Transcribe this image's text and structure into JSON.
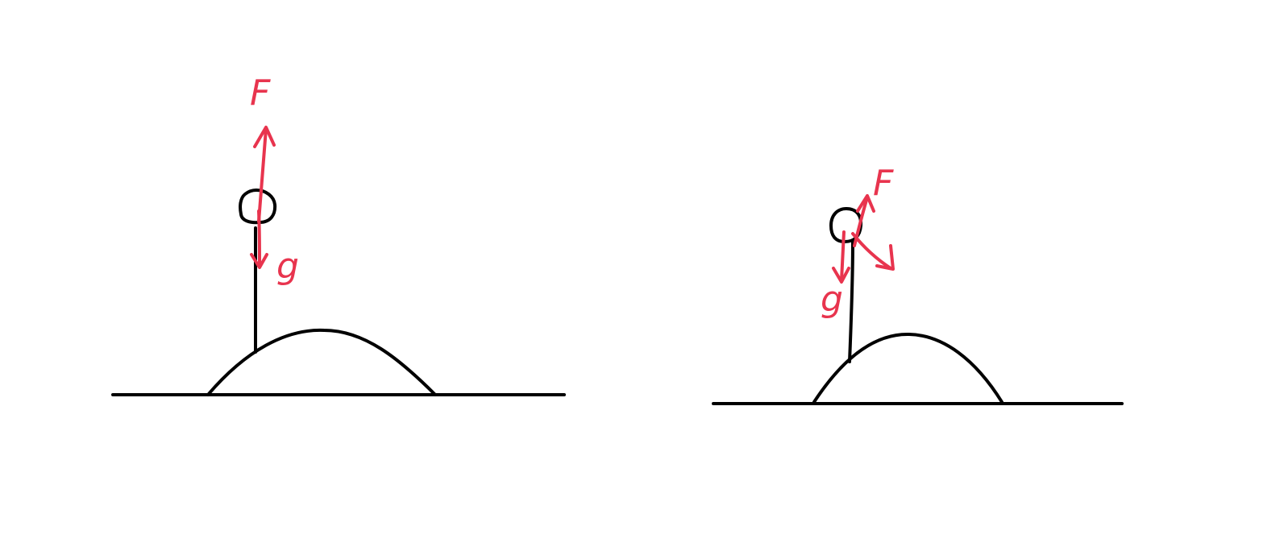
{
  "diagram": {
    "colors": {
      "ink": "#000000",
      "force": "#e8344e",
      "background": "#ffffff"
    },
    "left_figure": {
      "force_label": "F",
      "gravity_label": "g"
    },
    "right_figure": {
      "force_label": "F",
      "gravity_label": "g"
    }
  }
}
